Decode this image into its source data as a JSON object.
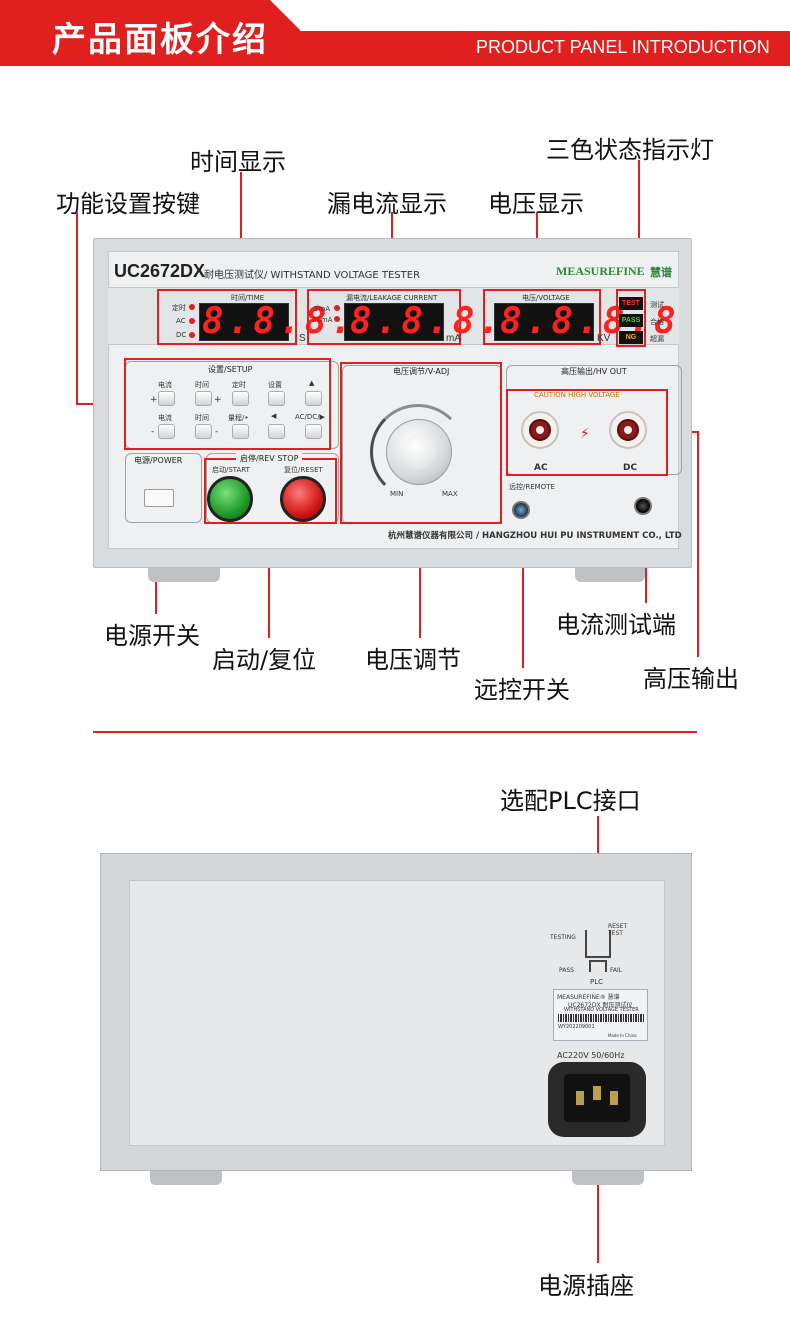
{
  "header": {
    "title_cn": "产品面板介绍",
    "title_en": "PRODUCT PANEL INTRODUCTION"
  },
  "callouts": {
    "time_display": "时间显示",
    "tri_color_led": "三色状态指示灯",
    "function_keys": "功能设置按键",
    "leakage_display": "漏电流显示",
    "voltage_display": "电压显示",
    "power_switch": "电源开关",
    "start_reset": "启动/复位",
    "voltage_adjust": "电压调节",
    "remote_switch": "远控开关",
    "current_test_port": "电流测试端",
    "hv_output": "高压输出",
    "plc_interface": "选配PLC接口",
    "power_socket": "电源插座"
  },
  "front_panel": {
    "model": "UC2672DX",
    "model_desc": "耐电压测试仪/ WITHSTAND VOLTAGE TESTER",
    "brand": "MEASUREFINE",
    "brand_cn": "慧谱",
    "time_display": {
      "title": "时间/TIME",
      "value": "8.8.8.8",
      "unit": "S",
      "leds": [
        "定时",
        "AC",
        "DC"
      ]
    },
    "leakage_display": {
      "title": "漏电流/LEAKAGE CURRENT",
      "value": "8.8.8.8",
      "unit": "mA",
      "leds": [
        "2mA",
        "20mA"
      ]
    },
    "voltage_display": {
      "title": "电压/VOLTAGE",
      "value": "8.8.8.8",
      "unit": "KV"
    },
    "status_leds": [
      {
        "text": "TEST",
        "label": "测试",
        "color": "#ff3030"
      },
      {
        "text": "PASS",
        "label": "合格",
        "color": "#3bdc3b"
      },
      {
        "text": "NG",
        "label": "超漏",
        "color": "#ffb020"
      }
    ],
    "setup": {
      "title": "设置/SETUP",
      "top_row": [
        "电流",
        "时间",
        "定时",
        "设置",
        "▲"
      ],
      "bottom_row": [
        "电流",
        "时间",
        "量程/•",
        "◀",
        "AC/DC/▶"
      ],
      "plus": "+",
      "minus": "-"
    },
    "vadj": {
      "title": "电压调节/V-ADJ",
      "min": "MIN",
      "max": "MAX"
    },
    "hv_out": {
      "title": "高压输出/HV OUT",
      "caution": "CAUTION HIGH VOLTAGE",
      "ac": "AC",
      "dc": "DC"
    },
    "power": {
      "title": "电源/POWER"
    },
    "start_stop": {
      "title": "启停/REV STOP",
      "start": "启动/START",
      "reset": "复位/RESET"
    },
    "remote": "远控/REMOTE",
    "company": "杭州慧谱仪器有限公司 / HANGZHOU HUI PU INSTRUMENT CO., LTD"
  },
  "rear_panel": {
    "plc": {
      "testing": "TESTING",
      "reset_test": "RESET\nTEST",
      "pass": "PASS",
      "fail": "FAIL",
      "plc": "PLC"
    },
    "sticker": {
      "brand": "MEASUREFINE® 慧谱",
      "model": "UC2672DX 耐压测试仪",
      "desc": "WITHSTAND VOLTAGE TESTER",
      "serial": "WY202209001",
      "origin": "Made In China"
    },
    "power_rating": "AC220V  50/60Hz"
  },
  "colors": {
    "accent": "#e01f1f",
    "digit": "#ff2020",
    "panel": "#eef0f2"
  }
}
